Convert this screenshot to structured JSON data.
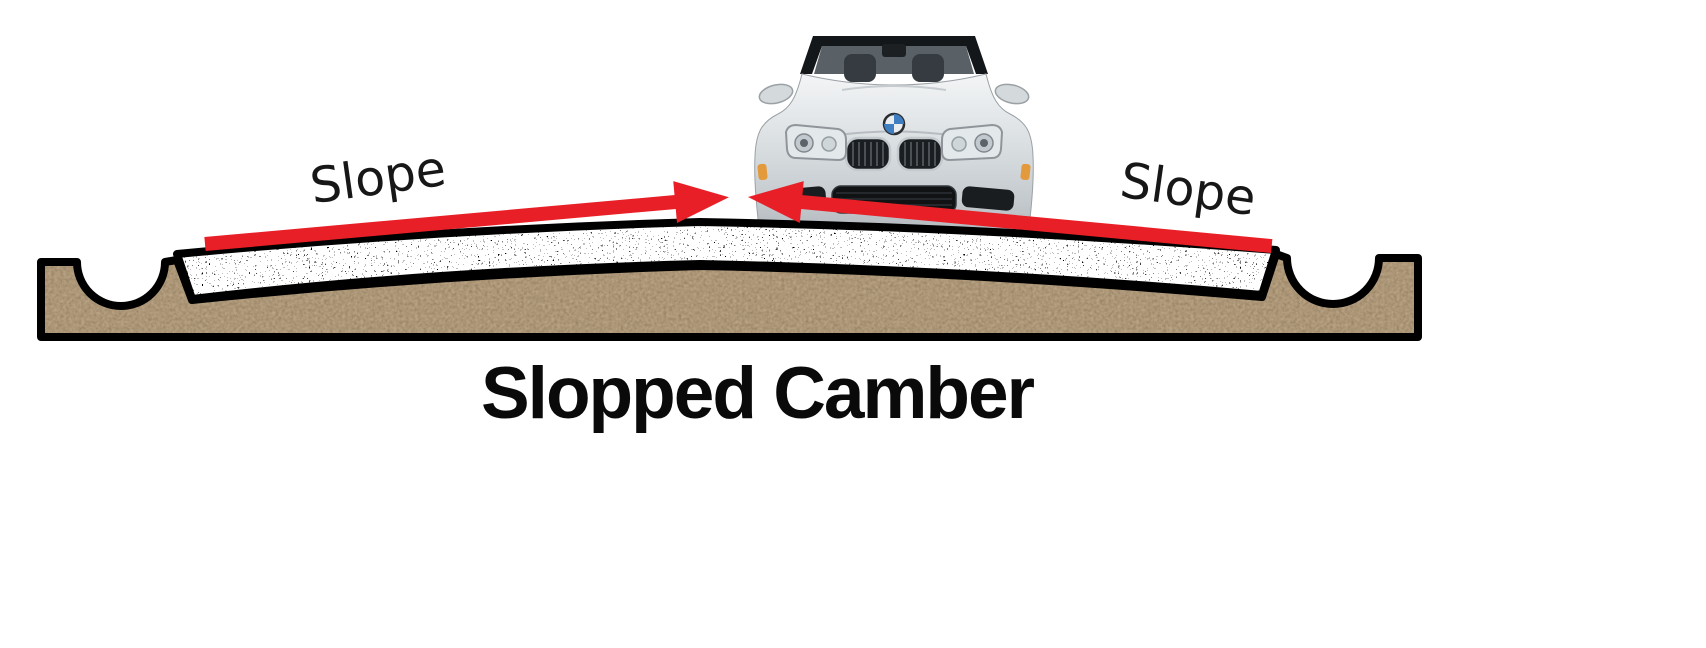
{
  "title": "Slopped Camber",
  "diagram": {
    "slope_label_left": "Slope",
    "slope_label_right": "Slope",
    "car_alt": "silver convertible car, front view, parked on road crown",
    "colors": {
      "arrow_red": "#e81f26",
      "soil_base": "#6b5236",
      "gravel_base": "#ffffff",
      "outline_black": "#000000",
      "car_silver": "#ccd1d5"
    }
  }
}
